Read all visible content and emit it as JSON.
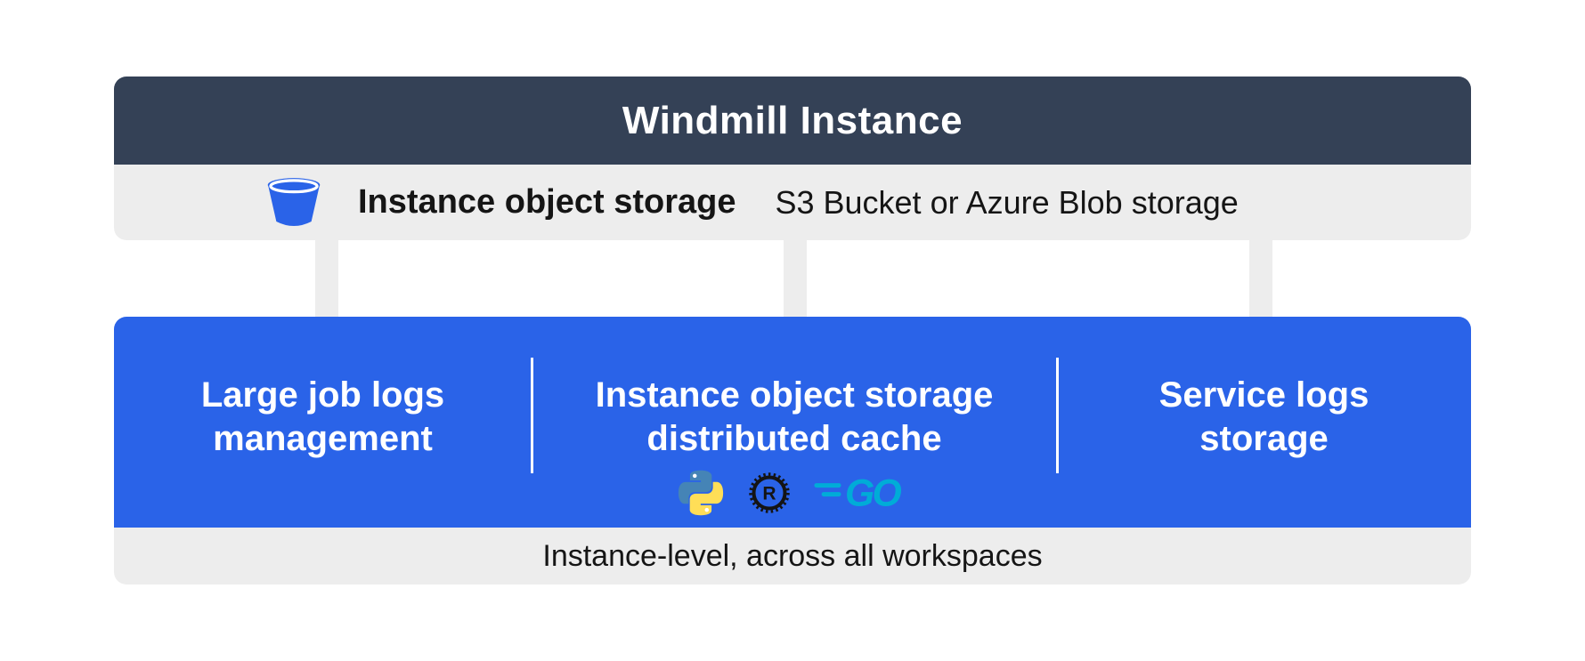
{
  "header": {
    "title": "Windmill Instance"
  },
  "storage_row": {
    "icon": "bucket-icon",
    "title": "Instance object storage",
    "subtitle": "S3 Bucket or Azure Blob storage"
  },
  "sections": [
    {
      "lines": [
        "Large job logs",
        "management"
      ]
    },
    {
      "lines": [
        "Instance object storage",
        "distributed cache"
      ],
      "languages": [
        "python-icon",
        "rust-icon",
        "go-icon"
      ],
      "go_label": "GO"
    },
    {
      "lines": [
        "Service logs",
        "storage"
      ]
    }
  ],
  "footer": {
    "label": "Instance-level, across all workspaces"
  },
  "colors": {
    "header_bg": "#344156",
    "accent_blue": "#2a63e8",
    "panel_gray": "#ededed",
    "go_teal": "#00acd7",
    "python_blue": "#4584b6",
    "python_yellow": "#ffde57",
    "rust_black": "#141414"
  }
}
